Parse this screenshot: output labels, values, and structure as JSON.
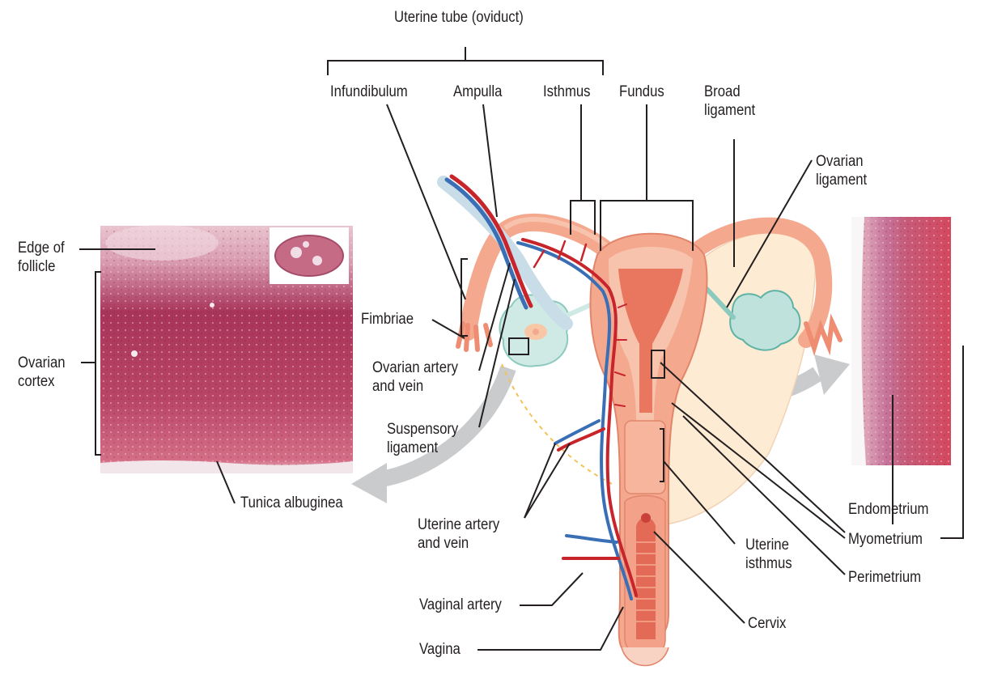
{
  "labels": {
    "uterine_tube": "Uterine tube (oviduct)",
    "infundibulum": "Infundibulum",
    "ampulla": "Ampulla",
    "isthmus": "Isthmus",
    "fundus": "Fundus",
    "broad_ligament": [
      "Broad",
      "ligament"
    ],
    "ovarian_ligament": [
      "Ovarian",
      "ligament"
    ],
    "edge_of_follicle": [
      "Edge of",
      "follicle"
    ],
    "ovarian_cortex": [
      "Ovarian",
      "cortex"
    ],
    "fimbriae": "Fimbriae",
    "ovarian_artery_vein": [
      "Ovarian artery",
      "and vein"
    ],
    "suspensory_ligament": [
      "Suspensory",
      "ligament"
    ],
    "tunica_albuginea": "Tunica albuginea",
    "uterine_artery_vein": [
      "Uterine artery",
      "and vein"
    ],
    "vaginal_artery": "Vaginal artery",
    "vagina": "Vagina",
    "cervix": "Cervix",
    "uterine_isthmus": [
      "Uterine",
      "isthmus"
    ],
    "endometrium": "Endometrium",
    "myometrium": "Myometrium",
    "perimetrium": "Perimetrium"
  },
  "colors": {
    "uterus": "#f4a98f",
    "uterus_dark": "#e2856b",
    "lumen": "#d9604f",
    "ovary": "#bfe3dc",
    "broad_ligament": "#fdebd3",
    "artery": "#c8242b",
    "vein": "#3b6fb5",
    "tissue_ovary": "#b5375a",
    "tissue_uterus": "#c8495e",
    "arrow": "#c9cbcd"
  }
}
